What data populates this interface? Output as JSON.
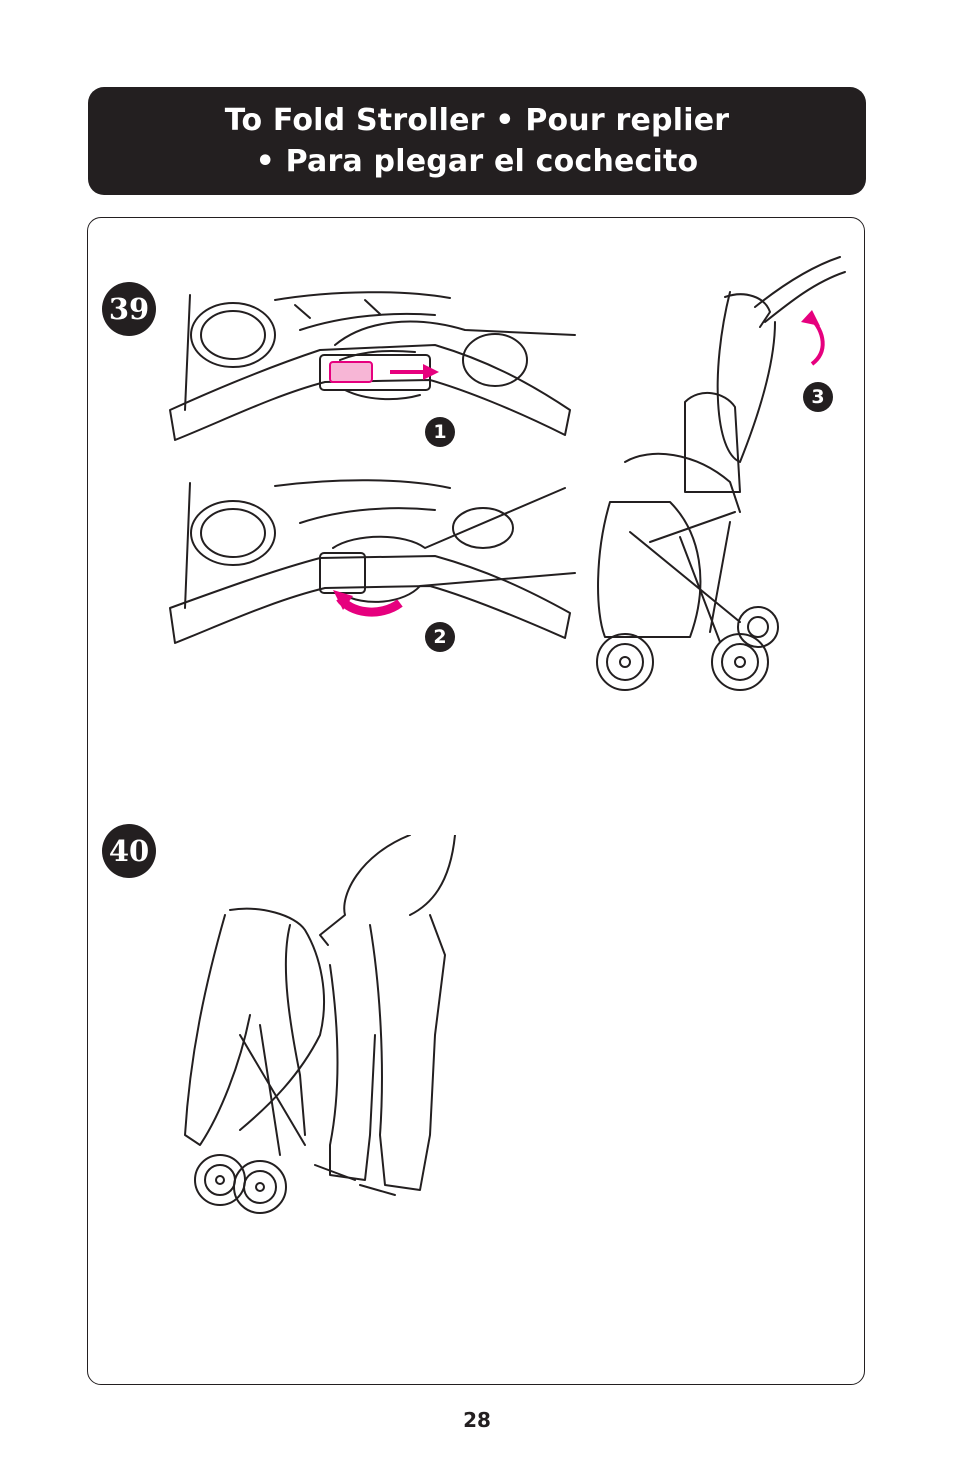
{
  "header": {
    "line1": "To Fold Stroller  •  Pour replier",
    "line2": "•  Para plegar el cochecito"
  },
  "steps": [
    {
      "number": "39",
      "substeps": [
        "1",
        "2",
        "3"
      ]
    },
    {
      "number": "40"
    }
  ],
  "colors": {
    "accent": "#e6007e",
    "ink": "#231f20"
  },
  "page_number": "28"
}
